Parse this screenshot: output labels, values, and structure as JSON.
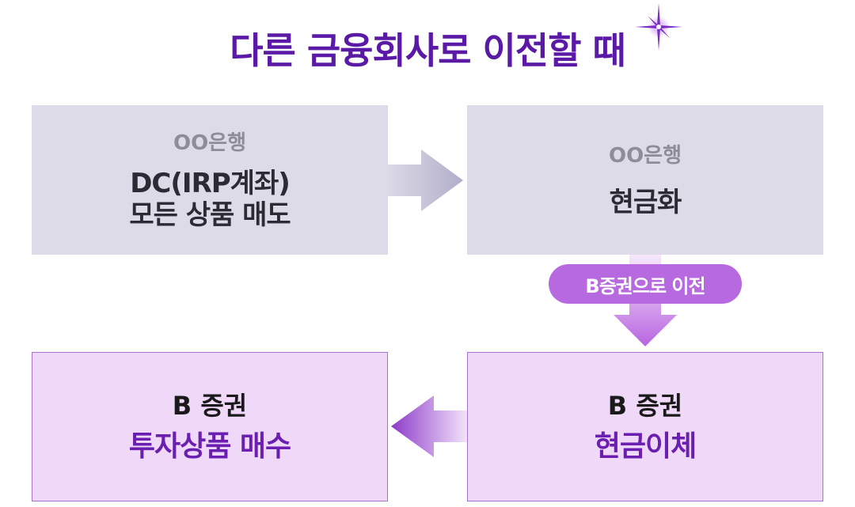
{
  "title": "다른 금융회사로 이전할 때",
  "steps": [
    {
      "bank": "OO은행",
      "line1": "DC(IRP계좌)",
      "line2": "모든 상품 매도"
    },
    {
      "bank": "OO은행",
      "action": "현금화"
    },
    {
      "bank": "B 증권",
      "action": "현금이체"
    },
    {
      "bank": "B 증권",
      "action": "투자상품 매수"
    }
  ],
  "transfer_label": "B증권으로 이전",
  "colors": {
    "title": "#5b1aa6",
    "gray_box": "#dddbe8",
    "pink_box": "#efd8f8",
    "pill": "#b76ae0",
    "accent_purple": "#6a1fb0"
  }
}
